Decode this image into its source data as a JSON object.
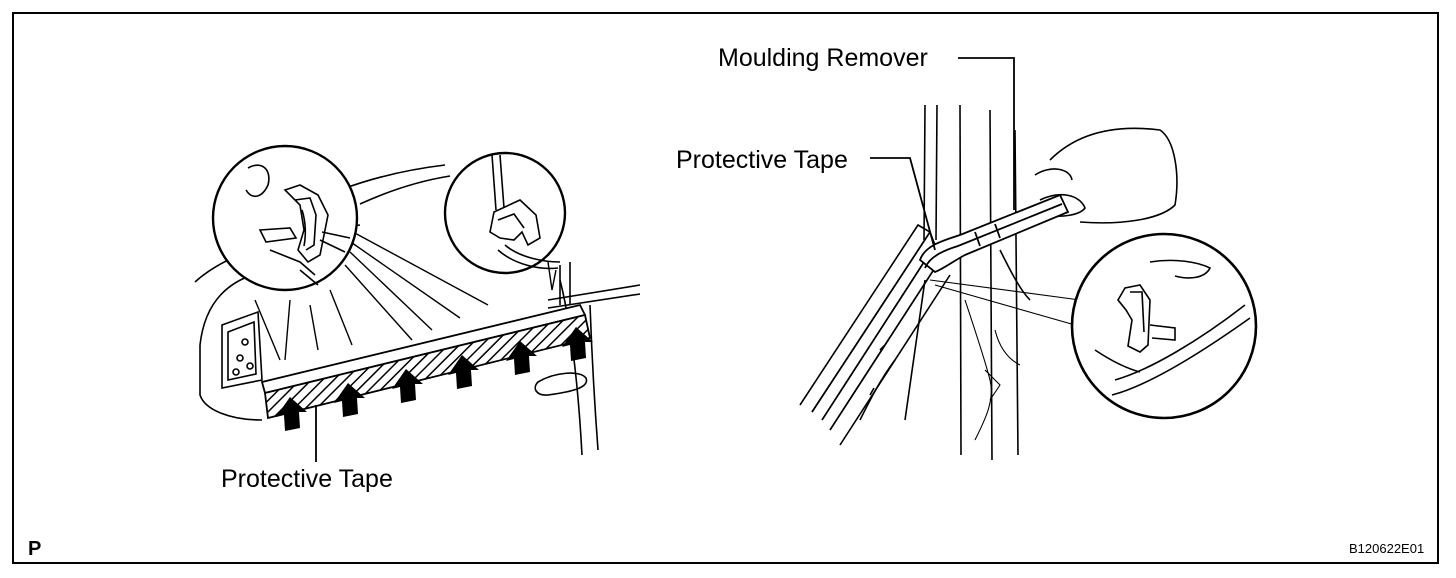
{
  "labels": {
    "protective_tape_left": "Protective Tape",
    "moulding_remover": "Moulding Remover",
    "protective_tape_right": "Protective Tape",
    "corner_mark": "P",
    "figure_code": "B120622E01"
  },
  "colors": {
    "ink": "#000000",
    "paper": "#ffffff"
  }
}
